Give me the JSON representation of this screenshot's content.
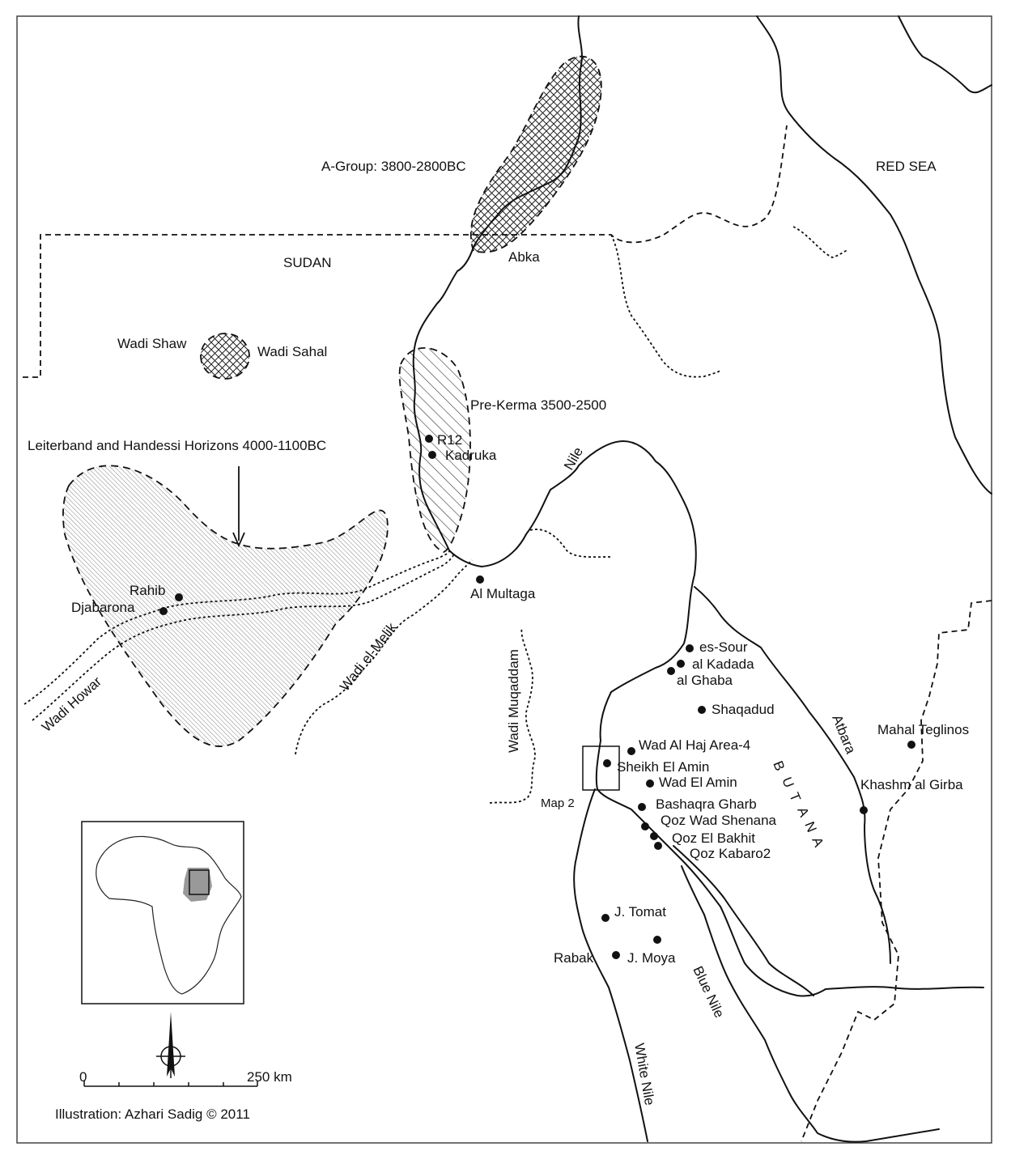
{
  "map": {
    "countries": {
      "sudan": "SUDAN"
    },
    "seas": {
      "red_sea": "RED SEA"
    },
    "regions": {
      "butana": [
        "B",
        "U",
        "T",
        "A",
        "N",
        "A"
      ]
    },
    "cultural_zones": {
      "a_group": "A-Group: 3800-2800BC",
      "pre_kerma": "Pre-Kerma 3500-2500",
      "leiterband": "Leiterband  and Handessi Horizons 4000-1100BC"
    },
    "rivers": {
      "nile": "Nile",
      "atbara": "Atbara",
      "blue_nile": "Blue Nile",
      "white_nile": "White Nile"
    },
    "wadis": {
      "wadi_shaw": "Wadi Shaw",
      "wadi_sahal": "Wadi Sahal",
      "wadi_howar": "Wadi Howar",
      "wadi_el_melik": "Wadi el-Melik",
      "wadi_muqaddam": "Wadi Muqaddam"
    },
    "sites": [
      {
        "id": "abka",
        "name": "Abka"
      },
      {
        "id": "r12",
        "name": "R12"
      },
      {
        "id": "kadruka",
        "name": "Kadruka"
      },
      {
        "id": "rahib",
        "name": "Rahib"
      },
      {
        "id": "djabarona",
        "name": "Djabarona"
      },
      {
        "id": "al-multaga",
        "name": "Al Multaga"
      },
      {
        "id": "es-sour",
        "name": "es-Sour"
      },
      {
        "id": "al-kadada",
        "name": "al Kadada"
      },
      {
        "id": "al-ghaba",
        "name": "al Ghaba"
      },
      {
        "id": "shaqadud",
        "name": "Shaqadud"
      },
      {
        "id": "wad-al-haj",
        "name": "Wad Al Haj Area-4"
      },
      {
        "id": "sheikh-el-amin",
        "name": "Sheikh El Amin"
      },
      {
        "id": "wad-el-amin",
        "name": "Wad El Amin"
      },
      {
        "id": "bashaqra-gharb",
        "name": "Bashaqra Gharb"
      },
      {
        "id": "qoz-wad-shenana",
        "name": "Qoz Wad Shenana"
      },
      {
        "id": "qoz-el-bakhit",
        "name": "Qoz El Bakhit"
      },
      {
        "id": "qoz-kabaro2",
        "name": "Qoz Kabaro2"
      },
      {
        "id": "mahal-teglinos",
        "name": "Mahal Teglinos"
      },
      {
        "id": "khashm-al-girba",
        "name": "Khashm al Girba"
      },
      {
        "id": "j-tomat",
        "name": "J. Tomat"
      },
      {
        "id": "rabak",
        "name": "Rabak"
      },
      {
        "id": "j-moya",
        "name": "J. Moya"
      }
    ],
    "inset_label": "Map 2",
    "scale": {
      "start": "0",
      "end": "250 km"
    },
    "credit": "Illustration: Azhari Sadig © 2011"
  }
}
